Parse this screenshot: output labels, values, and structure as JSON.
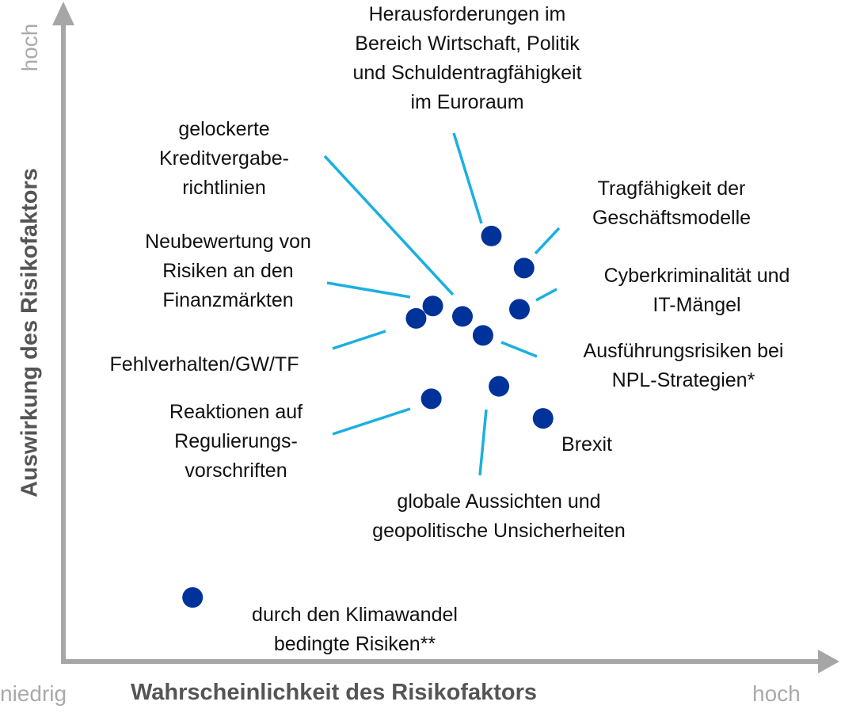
{
  "chart_data": {
    "type": "scatter",
    "title": "",
    "xlabel": "Wahrscheinlichkeit des Risikofaktors",
    "ylabel": "Auswirkung des Risikofaktors",
    "x_low_label": "niedrig",
    "x_high_label": "hoch",
    "y_high_label": "hoch",
    "xlim": [
      0,
      10
    ],
    "ylim": [
      0,
      10
    ],
    "grid": false,
    "point_color": "#003399",
    "leader_color": "#1ab0e0",
    "axis_color": "#a6a6a6",
    "points": [
      {
        "label": "Herausforderungen im\nBereich Wirtschaft, Politik\nund Schuldentragfähigkeit\nim Euroraum",
        "x": 5.63,
        "y": 6.51
      },
      {
        "label": "Tragfähigkeit der\nGeschäftsmodelle",
        "x": 6.06,
        "y": 6.02
      },
      {
        "label": "Cyberkriminalität und\nIT-Mängel",
        "x": 6.0,
        "y": 5.39
      },
      {
        "label": "gelockerte\nKreditvergabe-\nrichtlinien",
        "x": 5.25,
        "y": 5.28
      },
      {
        "label": "Neubewertung von\nRisiken an den\nFinanzmärkten",
        "x": 4.86,
        "y": 5.44
      },
      {
        "label": "Fehlverhalten/GW/TF",
        "x": 4.64,
        "y": 5.25
      },
      {
        "label": "Ausführungsrisiken bei\nNPL-Strategien*",
        "x": 5.52,
        "y": 4.99
      },
      {
        "label": "globale Aussichten und\ngeopolitische Unsicherheiten",
        "x": 5.73,
        "y": 4.21
      },
      {
        "label": "Reaktionen auf\nRegulierungs-\nvorschriften",
        "x": 4.84,
        "y": 4.02
      },
      {
        "label": "Brexit",
        "x": 6.31,
        "y": 3.72
      },
      {
        "label": "durch den Klimawandel\nbedingte Risiken**",
        "x": 1.7,
        "y": 0.98
      }
    ]
  }
}
